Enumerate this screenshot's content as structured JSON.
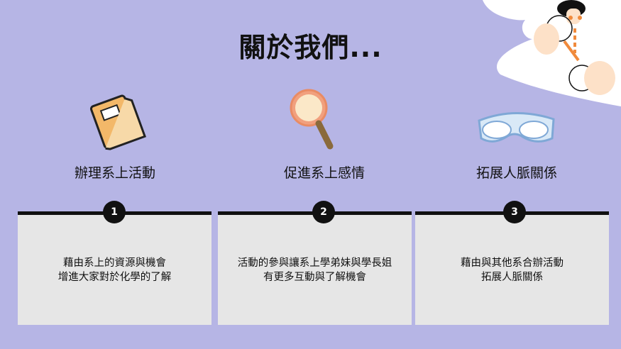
{
  "title": "關於我們...",
  "features": [
    {
      "label": "辦理系上活動",
      "number": "1",
      "lines": [
        "藉由系上的資源與機會",
        "增進大家對於化學的了解"
      ]
    },
    {
      "label": "促進系上感情",
      "number": "2",
      "lines": [
        "活動的參與讓系上學弟妹與學長姐",
        "有更多互動與了解機會"
      ]
    },
    {
      "label": "拓展人脈關係",
      "number": "3",
      "lines": [
        "藉由與其他系合辦活動",
        "拓展人脈關係"
      ]
    }
  ]
}
